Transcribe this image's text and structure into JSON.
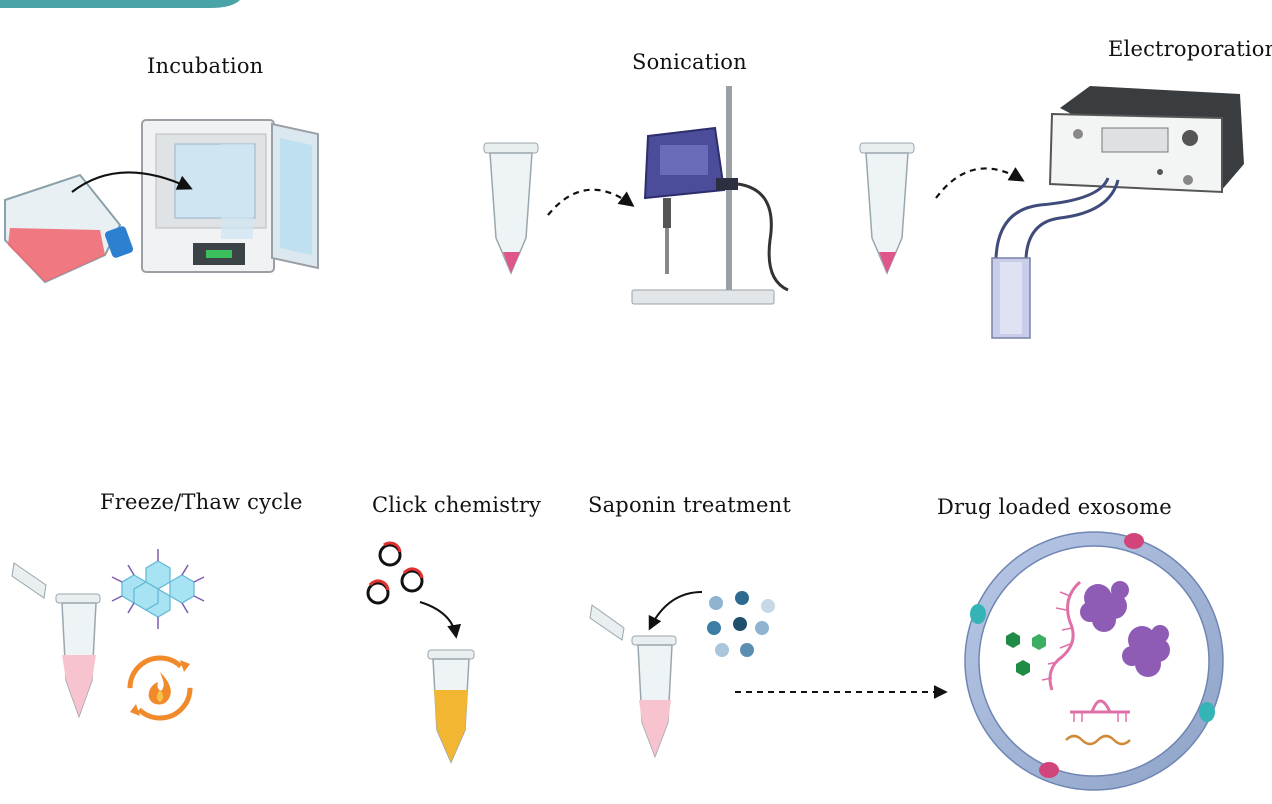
{
  "steps": {
    "incubation": "Incubation",
    "sonication": "Sonication",
    "electroporation": "Electroporation",
    "freeze_thaw": "Freeze/Thaw cycle",
    "click_chemistry": "Click chemistry",
    "saponin": "Saponin treatment",
    "drug_loaded": "Drug loaded exosome"
  },
  "colors": {
    "pink": "#f08aa6",
    "magenta": "#e0558a",
    "purple": "#8e5bb5",
    "teal": "#4bbac5",
    "green": "#2e9a55",
    "orange": "#f08a2a",
    "gold": "#f2b632",
    "slate": "#8fa4c8"
  },
  "icons": [
    "cell-culture-flask-icon",
    "incubator-icon",
    "tube-icon",
    "sonicator-icon",
    "electroporator-icon",
    "cuvette-icon",
    "ice-crystal-icon",
    "flame-cycle-icon",
    "click-reagent-icon",
    "saponin-particles-icon",
    "exosome-icon"
  ]
}
